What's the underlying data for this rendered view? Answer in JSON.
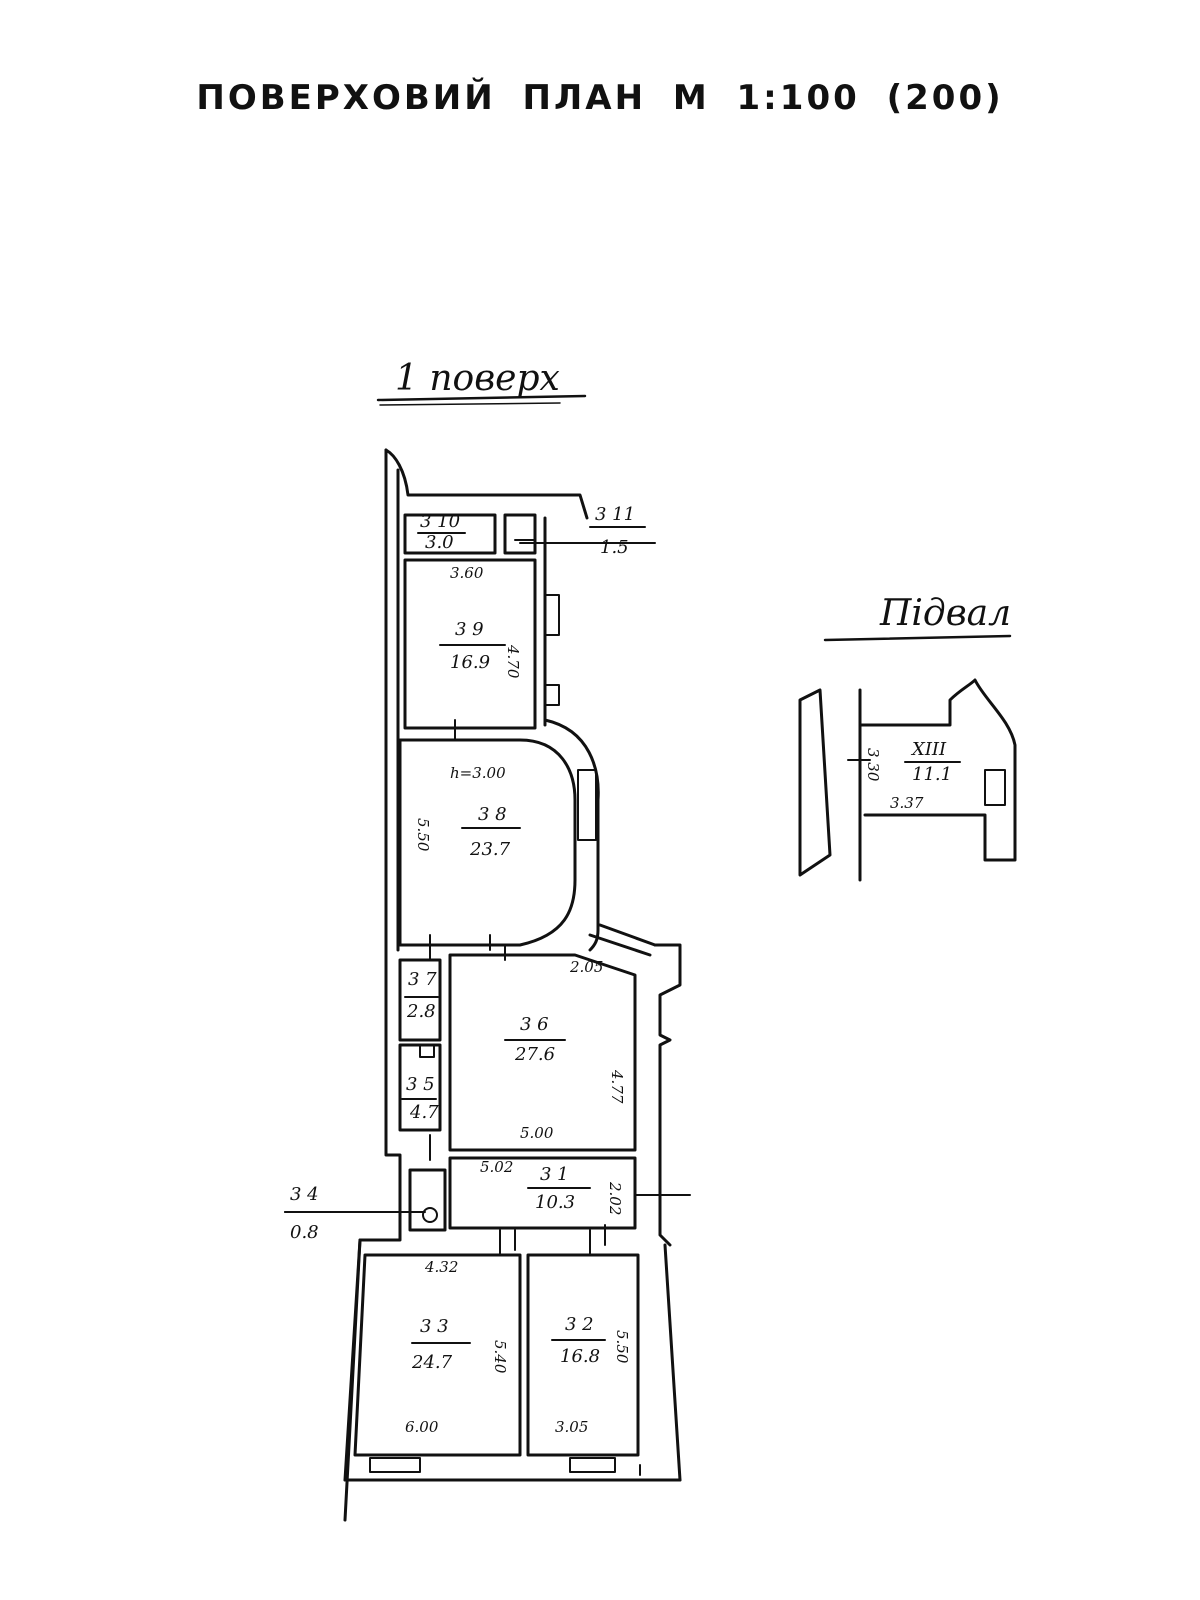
{
  "title": "ПОВЕРХОВИЙ ПЛАН М 1:100 (200)",
  "floor_label": "1 поверх",
  "basement_label": "Підвал",
  "rooms": [
    {
      "id": "3-10",
      "number": "3 10",
      "area": "3.0"
    },
    {
      "id": "3-11",
      "number": "3 11",
      "area": "1.5"
    },
    {
      "id": "3-9",
      "number": "3 9",
      "area": "16.9"
    },
    {
      "id": "3-8",
      "number": "3 8",
      "area": "23.7"
    },
    {
      "id": "3-7",
      "number": "3 7",
      "area": "2.8"
    },
    {
      "id": "3-6",
      "number": "3 6",
      "area": "27.6"
    },
    {
      "id": "3-5",
      "number": "3 5",
      "area": "4.7"
    },
    {
      "id": "3-1",
      "number": "3 1",
      "area": "10.3"
    },
    {
      "id": "3-4",
      "number": "3 4",
      "area": "0.8"
    },
    {
      "id": "3-3",
      "number": "3 3",
      "area": "24.7"
    },
    {
      "id": "3-2",
      "number": "3 2",
      "area": "16.8"
    },
    {
      "id": "XIII",
      "number": "XIII",
      "area": "11.1"
    }
  ],
  "dimensions": {
    "d_3_60": "3.60",
    "d_4_70": "4.70",
    "d_h3_00": "h=3.00",
    "d_5_50": "5.50",
    "d_2_05": "2.05",
    "d_4_77": "4.77",
    "d_5_00": "5.00",
    "d_5_02": "5.02",
    "d_2_02": "2.02",
    "d_4_32": "4.32",
    "d_5_40": "5.40",
    "d_5_50b": "5.50",
    "d_6_00": "6.00",
    "d_3_05": "3.05",
    "d_3_30": "3.30",
    "d_3_37": "3.37"
  }
}
